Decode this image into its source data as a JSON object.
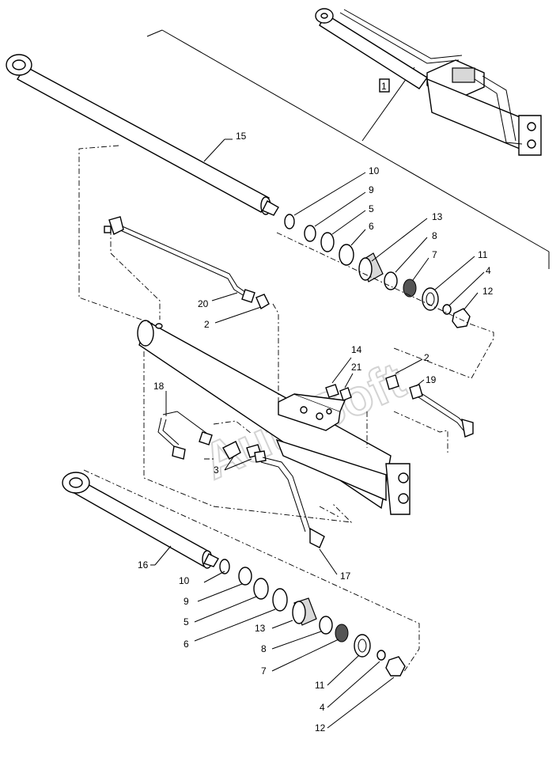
{
  "callouts": {
    "c1": "1",
    "c15": "15",
    "c10a": "10",
    "c9a": "9",
    "c5a": "5",
    "c6a": "6",
    "c13a": "13",
    "c8a": "8",
    "c7a": "7",
    "c11a": "11",
    "c4a": "4",
    "c12a": "12",
    "c20": "20",
    "c2a": "2",
    "c14": "14",
    "c21": "21",
    "c2b": "2",
    "c19": "19",
    "c18": "18",
    "c3": "3",
    "c17": "17",
    "c16": "16",
    "c10b": "10",
    "c9b": "9",
    "c5b": "5",
    "c6b": "6",
    "c13b": "13",
    "c8b": "8",
    "c7b": "7",
    "c11b": "11",
    "c4b": "4",
    "c12b": "12"
  },
  "watermark": "AutoSoft"
}
